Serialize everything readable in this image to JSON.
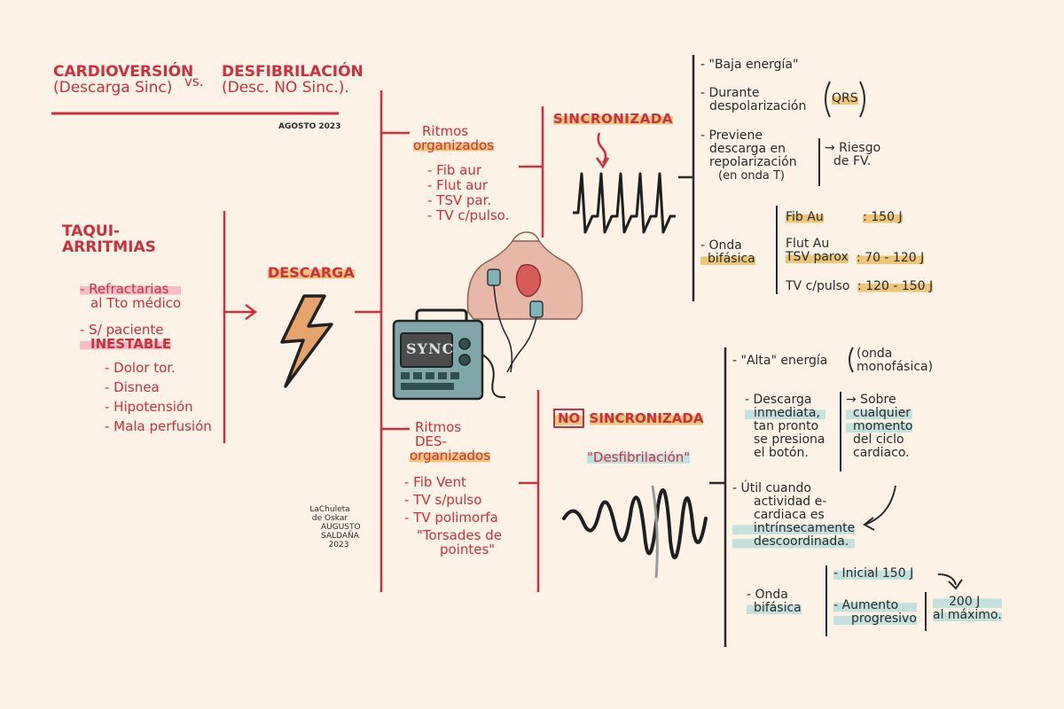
{
  "title": {
    "left_line1": "CARDIOVERSIÓN",
    "left_line2": "(Descarga Sinc)",
    "vs": "vs.",
    "right_line1": "DESFIBRILACIÓN",
    "right_line2": "(Desc. NO Sinc.)."
  },
  "date_label": "AGOSTO 2023",
  "left_column": {
    "heading_line1": "TAQUI-",
    "heading_line2": "ARRITMIAS",
    "item1_line1": "- Refractarias",
    "item1_line2": "al Tto médico",
    "item2_line1": "- S/ paciente",
    "item2_line2": "INESTABLE",
    "symptoms": [
      "- Dolor tor.",
      "- Disnea",
      "- Hipotensión",
      "- Mala perfusión"
    ]
  },
  "center": {
    "label": "DESCARGA",
    "machine_display": "SYNC"
  },
  "organized": {
    "heading_line1": "Ritmos",
    "heading_line2": "organizados",
    "items": [
      "- Fib aur",
      "- Flut aur",
      "- TSV par.",
      "- TV c/pulso."
    ]
  },
  "disorganized": {
    "heading_line1": "Ritmos",
    "heading_line2": "DES-",
    "heading_line3": "organizados",
    "items": [
      "- Fib Vent",
      "- TV s/pulso",
      "- TV polimorfa"
    ],
    "torsades_line1": "\"Torsades de",
    "torsades_line2": "pointes\""
  },
  "signature": {
    "line1": "LaChuleta",
    "line2": "de Oskar",
    "line3": "AUGUSTO",
    "line4": "SALDAÑA",
    "line5": "2023"
  },
  "sync": {
    "label": "SINCRONIZADA",
    "low_energy": "- \"Baja energía\"",
    "during_line1": "- Durante",
    "during_line2": "despolarización",
    "qrs": "QRS",
    "prevent_line1": "- Previene",
    "prevent_line2": "descarga en",
    "prevent_line3": "repolarización",
    "prevent_line4": "(en onda T)",
    "risk_line1": "→ Riesgo",
    "risk_line2": "de FV.",
    "onda_line1": "- Onda",
    "onda_line2": "bifásica",
    "fib": "Fib Au",
    "fib_val": ": 150 J",
    "flut_line1": "Flut Au",
    "flut_line2": "TSV parox",
    "flut_val": ": 70 - 120 J",
    "tv": "TV c/pulso",
    "tv_val": ": 120 - 150 J"
  },
  "nosync": {
    "no": "NO",
    "label": "SINCRONIZADA",
    "subtitle": "\"Desfibrilación\"",
    "high_energy": "- \"Alta\" energía",
    "mono_line1": "(onda",
    "mono_line2": "monofásica)",
    "immediate_line1": "- Descarga",
    "immediate_line2": "inmediata,",
    "immediate_line3": "tan pronto",
    "immediate_line4": "se presiona",
    "immediate_line5": "el botón.",
    "any_line1": "→ Sobre",
    "any_line2": "cualquier",
    "any_line3": "momento",
    "any_line4": "del ciclo",
    "any_line5": "cardiaco.",
    "useful_line1": "- Útil cuando",
    "useful_line2": "actividad e-",
    "useful_line3": "cardiaca es",
    "useful_line4": "intrínsecamente",
    "useful_line5": "descoordinada.",
    "onda_line1": "- Onda",
    "onda_line2": "bifásica",
    "initial": "- Inicial 150 J",
    "increase_line1": "- Aumento",
    "increase_line2": "progresivo",
    "max_line1": "200 J",
    "max_line2": "al máximo."
  },
  "colors": {
    "background": "#fcf3e6",
    "red": "#cc2f3f",
    "dark": "#2a2a2a",
    "yellow_highlight": "#e9b755",
    "pink_highlight": "#f2a0b4",
    "teal_highlight": "#96d2d7"
  }
}
